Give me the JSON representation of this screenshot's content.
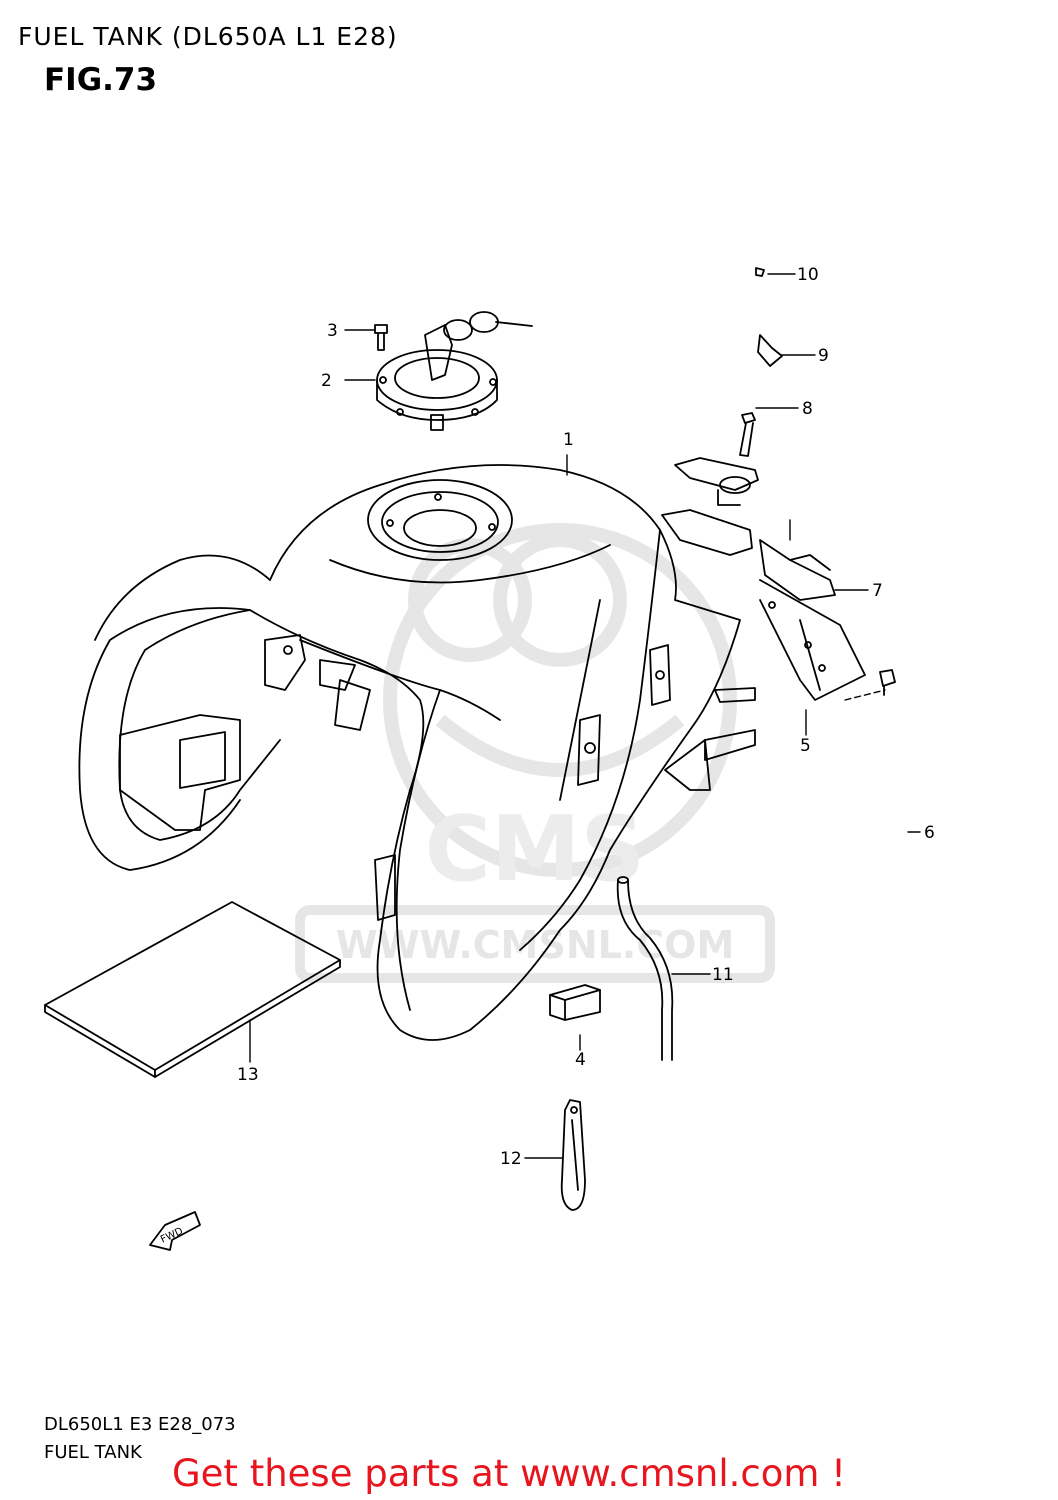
{
  "header": {
    "title": "FUEL TANK (DL650A L1 E28)",
    "figure": "FIG.73"
  },
  "callouts": [
    {
      "id": "1",
      "label": "1"
    },
    {
      "id": "2",
      "label": "2"
    },
    {
      "id": "3",
      "label": "3"
    },
    {
      "id": "4",
      "label": "4"
    },
    {
      "id": "5",
      "label": "5"
    },
    {
      "id": "6",
      "label": "6"
    },
    {
      "id": "7",
      "label": "7"
    },
    {
      "id": "8",
      "label": "8"
    },
    {
      "id": "9",
      "label": "9"
    },
    {
      "id": "10",
      "label": "10"
    },
    {
      "id": "11",
      "label": "11"
    },
    {
      "id": "12",
      "label": "12"
    },
    {
      "id": "13",
      "label": "13"
    }
  ],
  "direction_arrow": {
    "label": "FWD"
  },
  "watermark": {
    "brand": "CMS",
    "url": "WWW.CMSNL.COM"
  },
  "footer": {
    "code": "DL650L1 E3 E28_073",
    "name": "FUEL TANK",
    "promo": "Get these parts at www.cmsnl.com !"
  },
  "colors": {
    "line": "#000000",
    "watermark": "#e4e4e4",
    "promo": "#e8141e"
  }
}
